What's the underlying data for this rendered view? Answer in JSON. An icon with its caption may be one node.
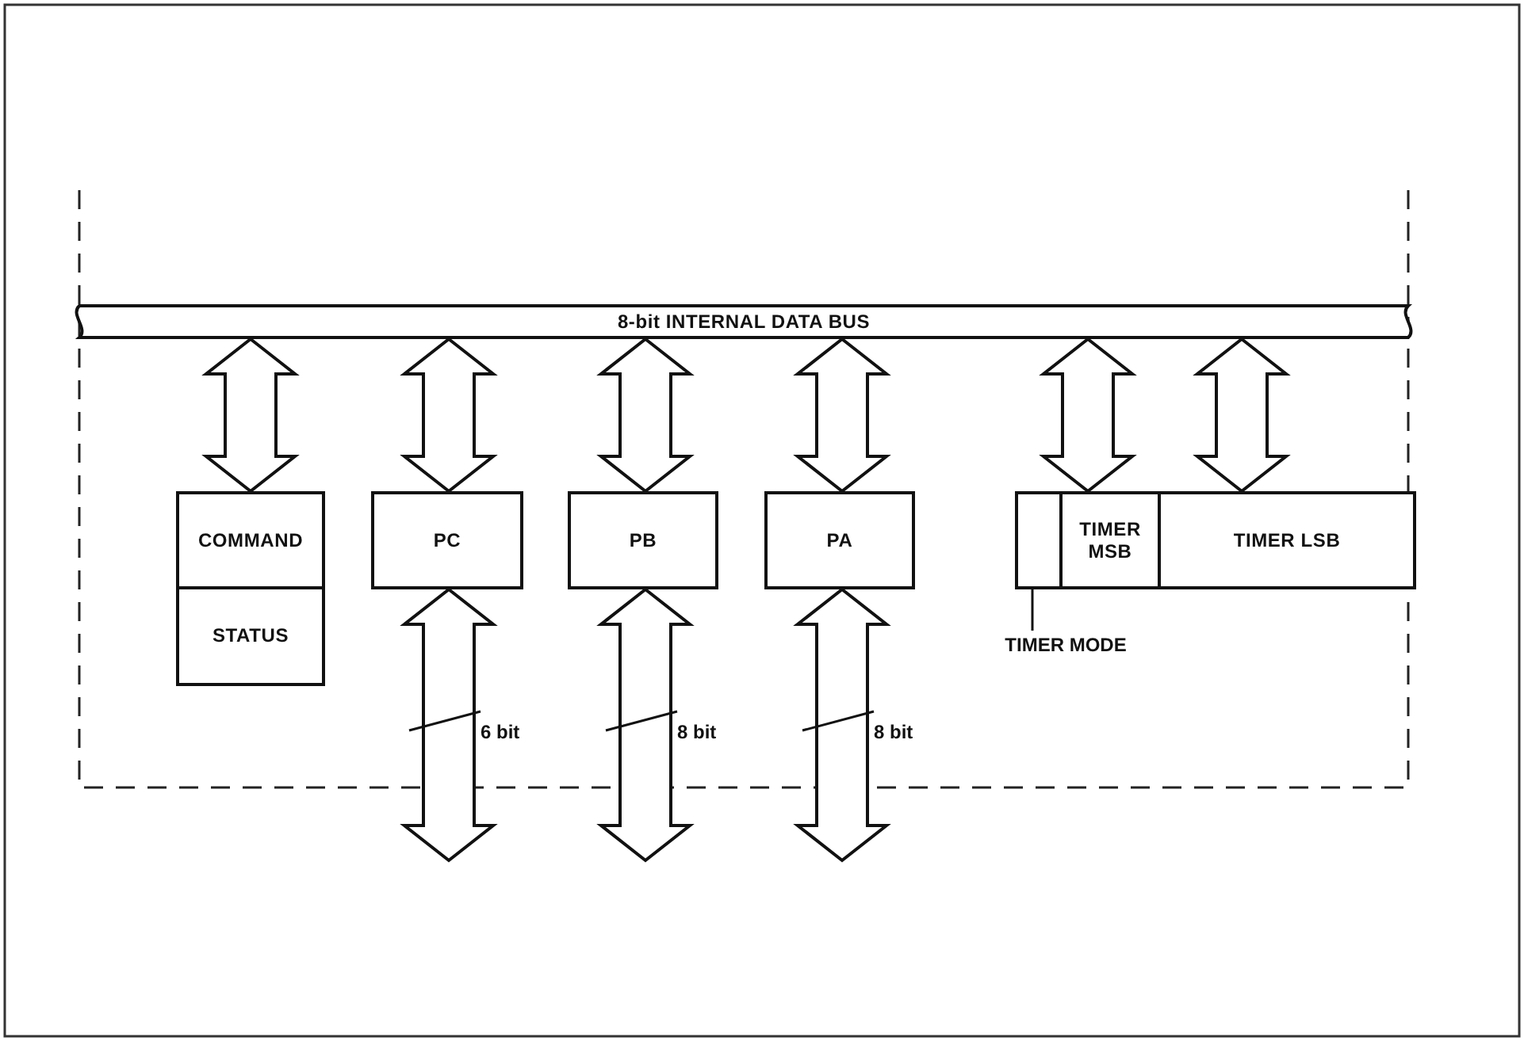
{
  "diagram": {
    "nodes": [
      {
        "text": [
          "8-bit INTERNAL DATA BUS"
        ]
      },
      {
        "text": [
          "COMMAND"
        ]
      },
      {
        "text": [
          "STATUS"
        ]
      },
      {
        "text": [
          "PC"
        ]
      },
      {
        "text": [
          "PB"
        ]
      },
      {
        "text": [
          "PA"
        ]
      },
      {
        "text": [],
        "shape": "box"
      },
      {
        "text": [
          "TIMER MSB"
        ]
      },
      {
        "text": [
          "TIMER LSB"
        ]
      },
      {
        "text": [
          "TIMER MODE"
        ]
      }
    ],
    "edges": [
      {
        "from": 0,
        "to": 1,
        "arrow": "both"
      },
      {
        "from": 0,
        "to": 3,
        "arrow": "both"
      },
      {
        "from": 0,
        "to": 4,
        "arrow": "both"
      },
      {
        "from": 0,
        "to": 5,
        "arrow": "both"
      },
      {
        "from": 0,
        "to": 7,
        "arrow": "both"
      },
      {
        "from": 0,
        "to": 8,
        "arrow": "both"
      },
      {
        "from": 3,
        "to": null,
        "arrow": "both",
        "label": "6 bit"
      },
      {
        "from": 4,
        "to": null,
        "arrow": "both",
        "label": "8 bit"
      },
      {
        "from": 5,
        "to": null,
        "arrow": "both",
        "label": "8 bit"
      },
      {
        "from": 9,
        "to": 6,
        "arrow": "other"
      }
    ]
  }
}
